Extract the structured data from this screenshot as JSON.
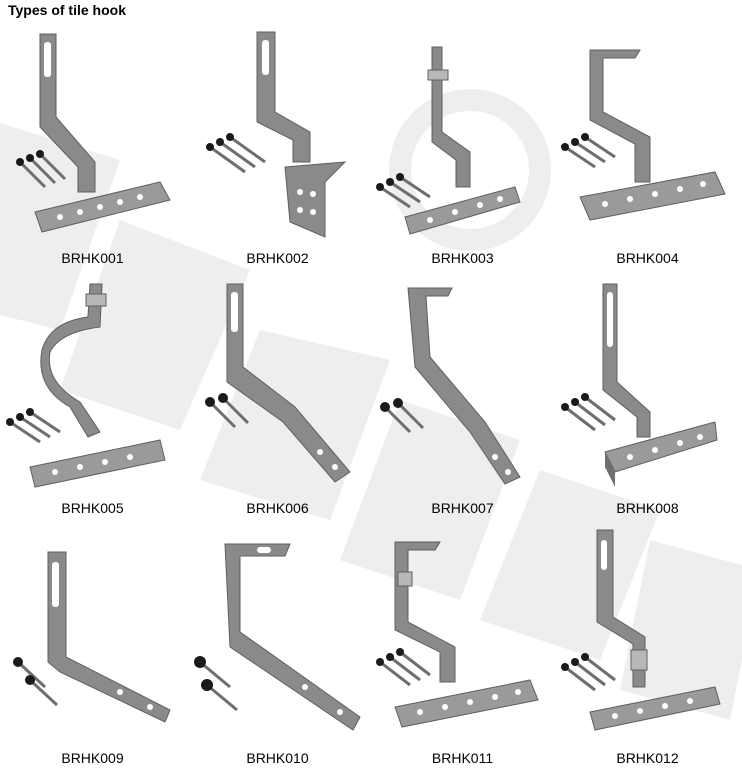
{
  "title": "Types of tile hook",
  "products": [
    {
      "code": "BRHK001"
    },
    {
      "code": "BRHK002"
    },
    {
      "code": "BRHK003"
    },
    {
      "code": "BRHK004"
    },
    {
      "code": "BRHK005"
    },
    {
      "code": "BRHK006"
    },
    {
      "code": "BRHK007"
    },
    {
      "code": "BRHK008"
    },
    {
      "code": "BRHK009"
    },
    {
      "code": "BRHK010"
    },
    {
      "code": "BRHK011"
    },
    {
      "code": "BRHK012"
    }
  ],
  "colors": {
    "metal": "#8a8a8a",
    "metal_dark": "#5f5f5f",
    "metal_light": "#b8b8b8",
    "screw": "#6e6e6e",
    "washer": "#1a1a1a"
  }
}
